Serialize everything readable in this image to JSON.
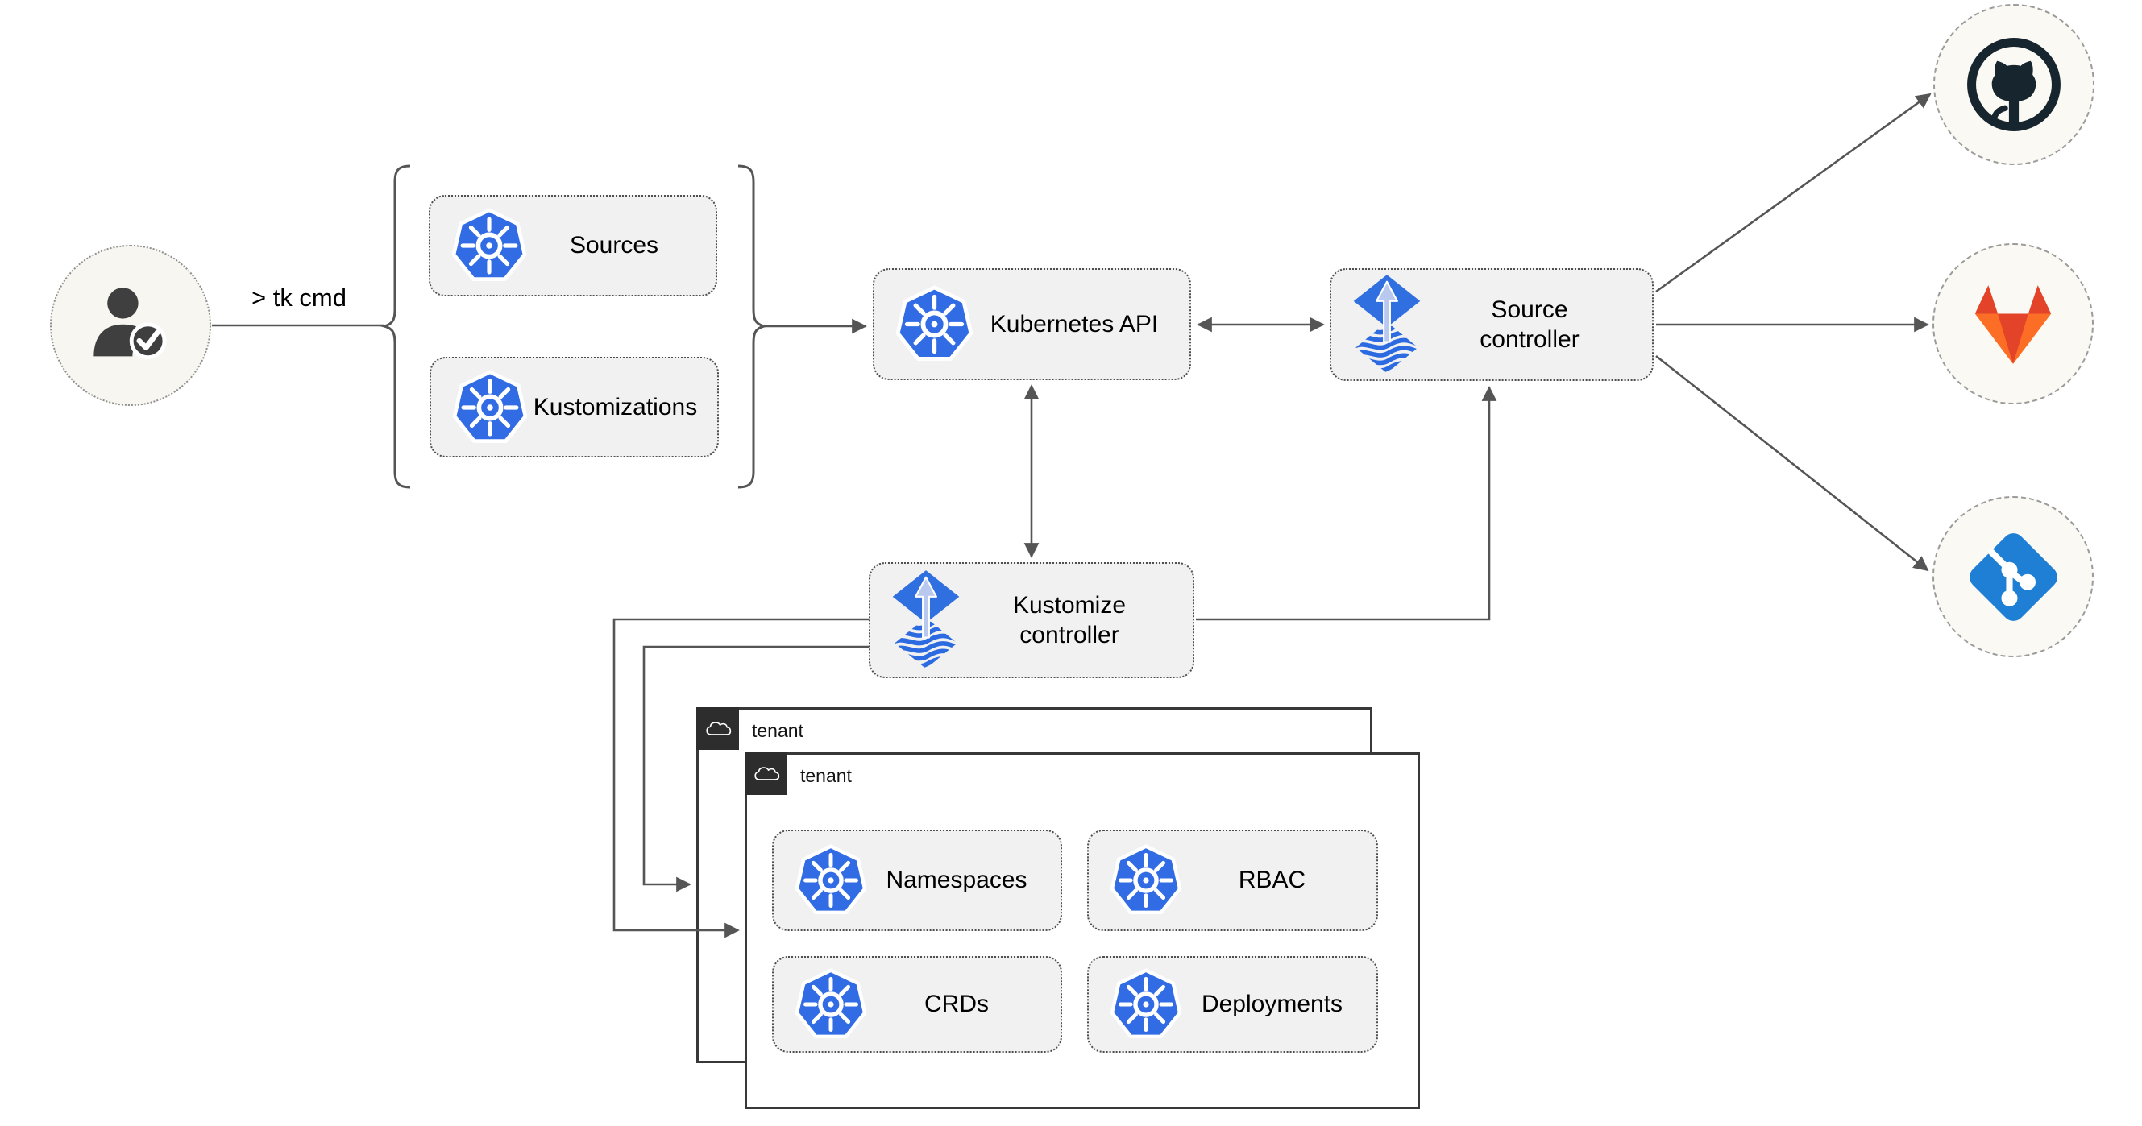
{
  "cli": {
    "label": "> tk cmd"
  },
  "nodes": {
    "sources": {
      "label": "Sources"
    },
    "kustomizations": {
      "label": "Kustomizations"
    },
    "kubernetes_api": {
      "label": "Kubernetes API"
    },
    "source_controller": {
      "label": "Source controller"
    },
    "kustomize_controller": {
      "label": "Kustomize controller"
    },
    "namespaces": {
      "label": "Namespaces"
    },
    "rbac": {
      "label": "RBAC"
    },
    "crds": {
      "label": "CRDs"
    },
    "deployments": {
      "label": "Deployments"
    }
  },
  "tenants": {
    "back": {
      "label": "tenant"
    },
    "front": {
      "label": "tenant"
    }
  },
  "icons": {
    "user": "user-check-icon",
    "kubernetes": "kubernetes-icon",
    "flux": "flux-icon",
    "cloud": "cloud-icon",
    "github": "github-icon",
    "gitlab": "gitlab-icon",
    "git": "git-icon"
  },
  "colors": {
    "kubernetes_blue": "#326CE5",
    "flux_blue": "#2F6FE0",
    "flux_arrow_light": "#B9C8EF",
    "github_dark": "#17252F",
    "gitlab_red": "#E24329",
    "gitlab_orange": "#FC6D26",
    "git_blue": "#1F7FD4",
    "box_fill": "#F1F1F1",
    "arrow_gray": "#555555",
    "tenant_header_dark": "#2D2D2D",
    "circle_fill": "#FAF9F4"
  }
}
